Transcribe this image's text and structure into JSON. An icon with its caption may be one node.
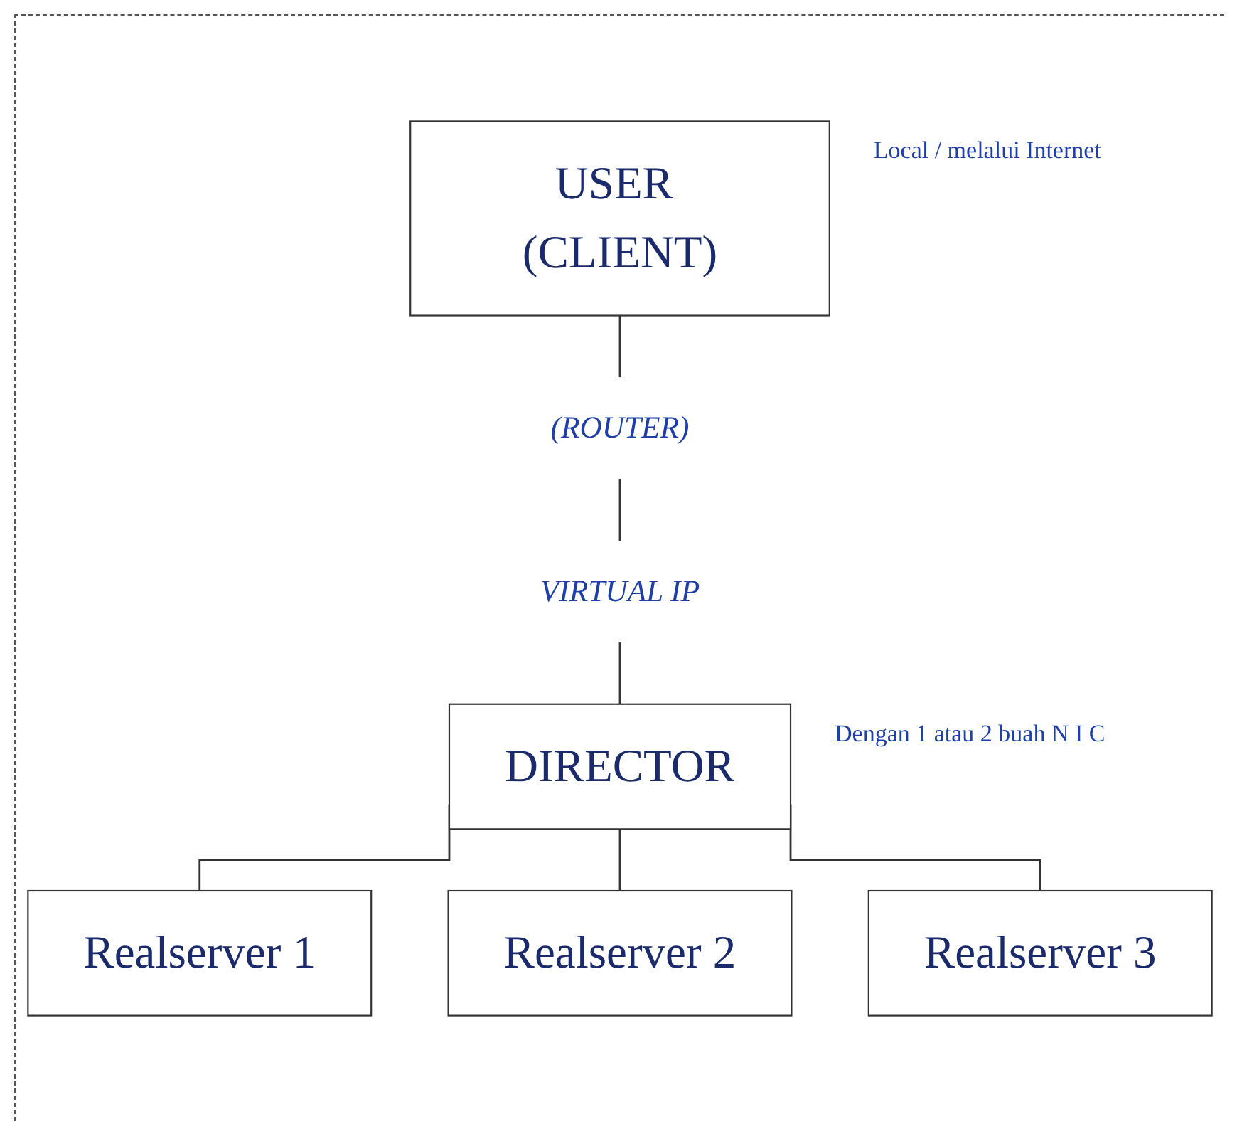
{
  "diagram": {
    "nodes": [
      {
        "text": [
          "USER (CLIENT)"
        ],
        "beside": [
          "Local / melalui Internet"
        ]
      },
      {
        "text": [
          "(ROUTER)"
        ]
      },
      {
        "text": [
          "VIRTUAL IP"
        ]
      },
      {
        "text": [
          "DIRECTOR"
        ],
        "beside": [
          "Dengan 1 atau 2 buah N I C"
        ]
      },
      {
        "text": [
          "Realserver 1"
        ]
      },
      {
        "text": [
          "Realserver 2"
        ]
      },
      {
        "text": [
          "Realserver 3"
        ]
      }
    ],
    "edges": [
      {
        "from": 0,
        "to": 1,
        "arrow": "none"
      },
      {
        "from": 1,
        "to": 2,
        "arrow": "none"
      },
      {
        "from": 2,
        "to": 3,
        "arrow": "none"
      },
      {
        "from": 3,
        "to": 4,
        "arrow": "none"
      },
      {
        "from": 3,
        "to": 5,
        "arrow": "none"
      },
      {
        "from": 3,
        "to": 6,
        "arrow": "none"
      }
    ]
  }
}
